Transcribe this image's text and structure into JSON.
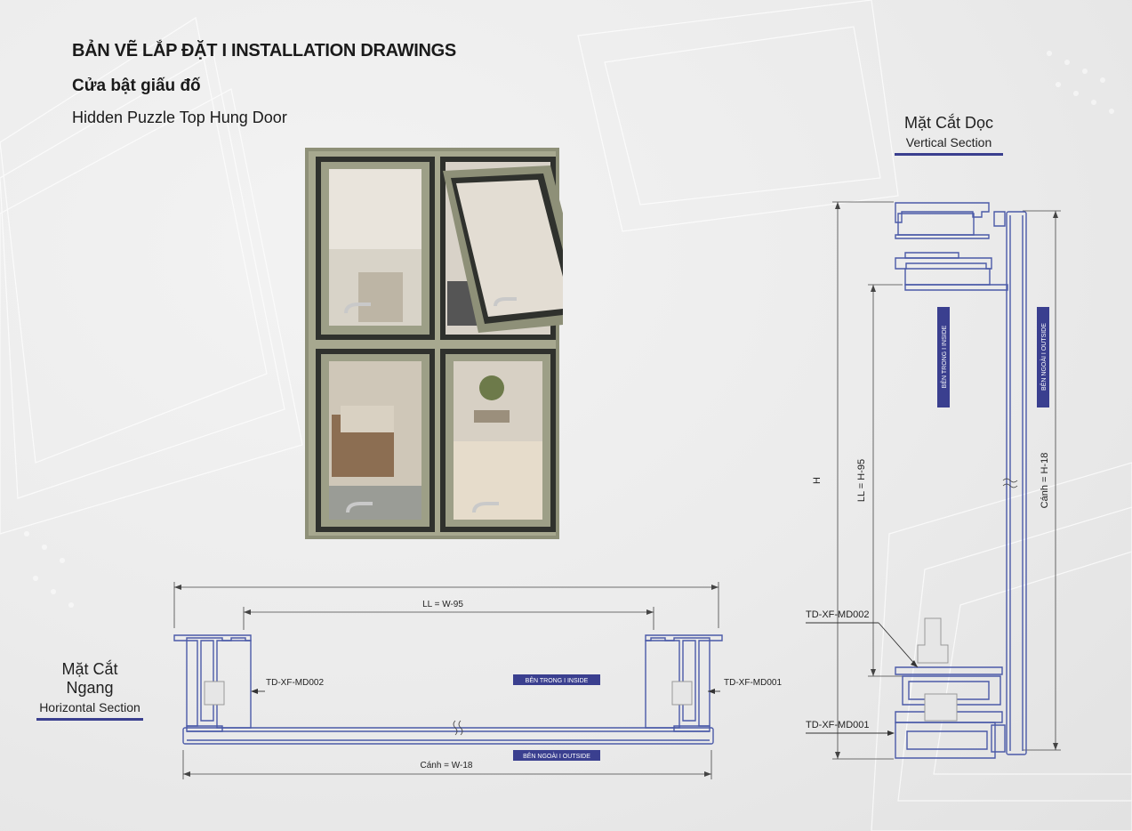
{
  "header": {
    "title": "BẢN VẼ LẮP ĐẶT  I  INSTALLATION DRAWINGS",
    "subtitle_vi": "Cửa bật giấu đố",
    "subtitle_en": "Hidden Puzzle Top Hung Door"
  },
  "vertical_section": {
    "title_vi": "Mặt Cắt Dọc",
    "title_en": "Vertical Section",
    "dim_total": "H",
    "dim_ll": "LL = H-95",
    "dim_sash": "Cánh = H-18",
    "label_inside": "BÊN TRONG   I  INSIDE",
    "label_outside": "BÊN NGOÀI   I  OUTSIDE",
    "callout_upper": "TD-XF-MD002",
    "callout_lower": "TD-XF-MD001"
  },
  "horizontal_section": {
    "title_vi": "Mặt Cắt Ngang",
    "title_en": "Horizontal Section",
    "dim_ll": "LL = W-95",
    "dim_sash": "Cánh = W-18",
    "label_inside": "BÊN TRONG   I  INSIDE",
    "label_outside": "BÊN NGOÀI   I  OUTSIDE",
    "callout_left": "TD-XF-MD002",
    "callout_right": "TD-XF-MD001"
  },
  "colors": {
    "accent_blue": "#3a3f8f",
    "profile_stroke": "#4b5aa8",
    "frame_olive": "#8e9078"
  }
}
